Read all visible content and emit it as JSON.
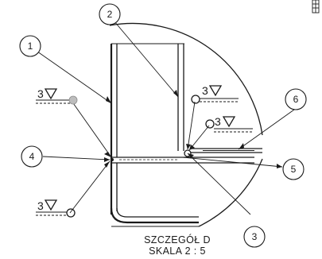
{
  "detail": {
    "title": "SZCZEGÓŁ D",
    "scale": "SKALA 2 : 5"
  },
  "balloons": [
    {
      "number": "1",
      "part": "left-wall"
    },
    {
      "number": "2",
      "part": "inner-wall"
    },
    {
      "number": "3",
      "part": "weld-junction"
    },
    {
      "number": "4",
      "part": "bottom-plate-left"
    },
    {
      "number": "5",
      "part": "right-plate-lower"
    },
    {
      "number": "6",
      "part": "right-plate-upper"
    }
  ],
  "welds": [
    {
      "size": "3",
      "location": "upper-left"
    },
    {
      "size": "3",
      "location": "center-top"
    },
    {
      "size": "3",
      "location": "right-middle"
    },
    {
      "size": "3",
      "location": "lower-left"
    }
  ],
  "colors": {
    "line": "#1a1a1a",
    "background": "#ffffff",
    "note": "#bdbdbd"
  }
}
